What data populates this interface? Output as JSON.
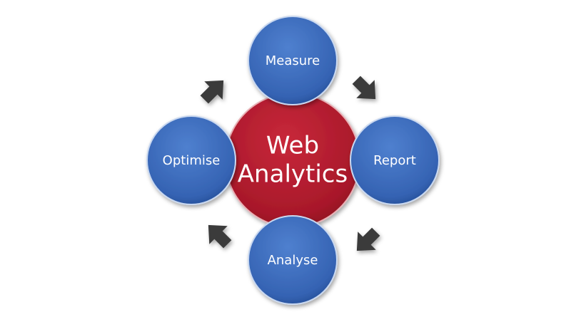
{
  "title": "Web Analytics",
  "center": {
    "line1": "Web",
    "line2": "Analytics"
  },
  "nodes": {
    "measure": "Measure",
    "report": "Report",
    "analyse": "Analyse",
    "optimise": "Optimise"
  },
  "colors": {
    "center": "#b51b2a",
    "node": "#3b6cbf",
    "arrow": "#3a3a3a"
  }
}
